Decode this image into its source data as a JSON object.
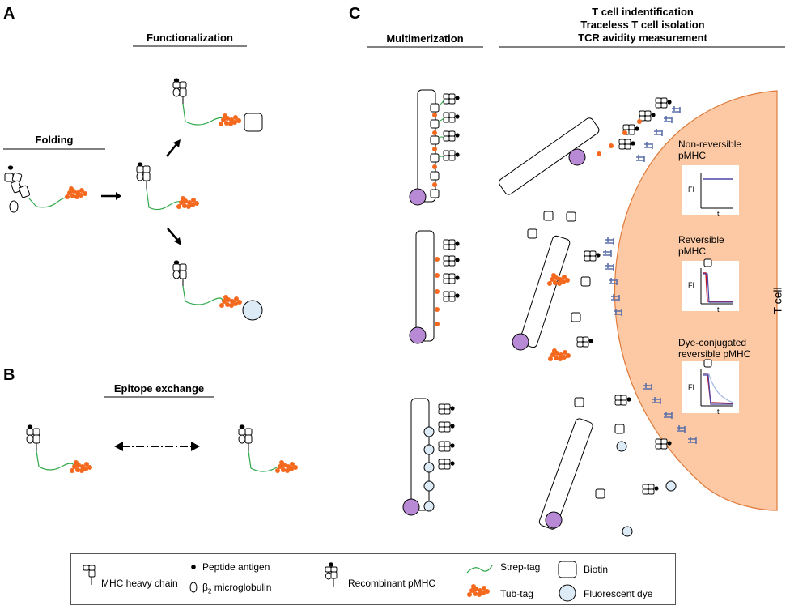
{
  "panels": {
    "a": "A",
    "b": "B",
    "c": "C"
  },
  "sections": {
    "functionalization": "Functionalization",
    "folding": "Folding",
    "epitope_exchange": "Epitope exchange",
    "multimerization": "Multimerization",
    "tcell_line1": "T cell indentification",
    "tcell_line2": "Traceless T cell isolation",
    "tcell_line3": "TCR avidity measurement"
  },
  "insets": {
    "nonrev_1": "Non-reversible",
    "nonrev_2": "pMHC",
    "rev_1": "Reversible",
    "rev_2": "pMHC",
    "dye_1": "Dye-conjugated",
    "dye_2": "reversible pMHC",
    "y_axis": "FI",
    "x_axis": "t"
  },
  "cell_label": "T cell",
  "legend": {
    "mhc_heavy": "MHC heavy chain",
    "peptide": "Peptide antigen",
    "b2m_beta": "β",
    "b2m_sub": "2",
    "b2m_rest": " microglobulin",
    "recombinant": "Recombinant pMHC",
    "strep": "Strep-tag",
    "tub": "Tub-tag",
    "biotin": "Biotin",
    "dye": "Fluorescent dye"
  },
  "colors": {
    "tub_tag": "#f5691e",
    "strep_tag": "#2ea84a",
    "cell_fill": "#fcc9a4",
    "cell_stroke": "#e07a3a",
    "dye_fill": "#dcebf6",
    "streptavidin_core": "#b88ad6",
    "tcr": "#5a6fa8",
    "curve_red": "#c0102a",
    "curve_blue": "#4a47a5"
  }
}
